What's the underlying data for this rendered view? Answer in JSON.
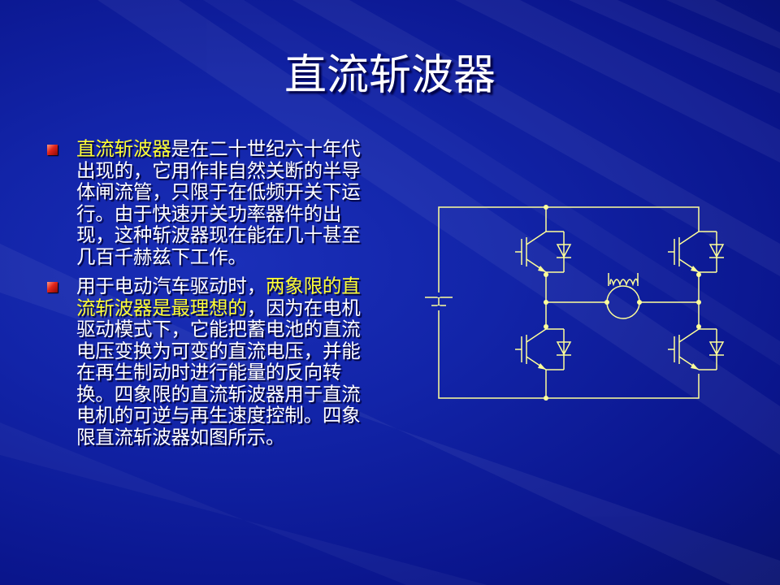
{
  "slide": {
    "title": "直流斩波器",
    "bullets": [
      {
        "highlight": "直流斩波器",
        "text": "是在二十世纪六十年代出现的，它用作非自然关断的半导体闸流管，只限于在低频开关下运行。由于快速开关功率器件的出现，这种斩波器现在能在几十甚至几百千赫兹下工作。"
      },
      {
        "text_before": "用于电动汽车驱动时，",
        "highlight": "两象限的直流斩波器是最理想的",
        "text_after": "，因为在电机驱动模式下，它能把蓄电池的直流电压变换为可变的直流电压，并能在再生制动时进行能量的反向转换。四象限的直流斩波器用于直流电机的可逆与再生速度控制。四象限直流斩波器如图所示。"
      }
    ]
  },
  "colors": {
    "background": "#1224a8",
    "title_text": "#ffffff",
    "body_text": "#ffffff",
    "highlight_text": "#ffff33",
    "circuit_line": "#ffff99",
    "bullet_marker": "#e0241a"
  },
  "icons": {
    "bullet": "red-square-bullet-icon"
  }
}
